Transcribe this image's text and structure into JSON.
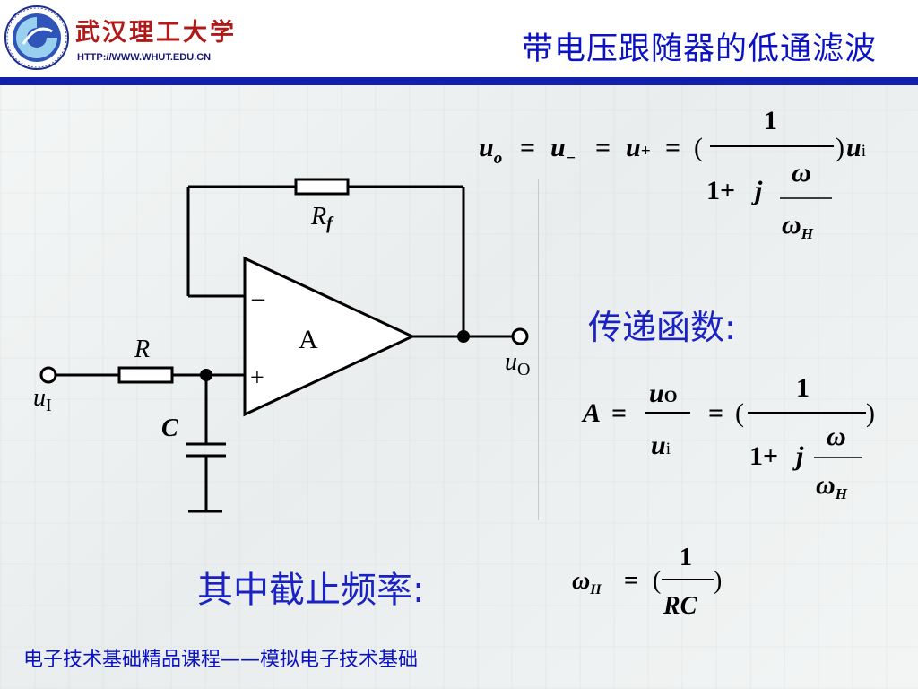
{
  "slide": {
    "title": "带电压跟随器的低通滤波",
    "university_name": "武汉理工大学",
    "university_url": "HTTP://WWW.WHUT.EDU.CN",
    "transfer_heading": "传递函数:",
    "cutoff_heading": "其中截止频率:",
    "footer": "电子技术基础精品课程——模拟电子技术基础"
  },
  "circuit": {
    "opamp_label": "A",
    "minus_sign": "–",
    "plus_sign": "+",
    "rf_label": "R",
    "rf_sub": "f",
    "r_label": "R",
    "c_label": "C",
    "input_label": "u",
    "input_sub": "I",
    "output_label": "u",
    "output_sub": "O"
  },
  "eq1": {
    "lhs": "u",
    "lhs_sub": "o",
    "eq_a": "=",
    "mid1": "u",
    "mid1_sub": "−",
    "eq_b": "=",
    "mid2": "u",
    "mid2_sub": "+",
    "eq_c": "=",
    "open_paren": "(",
    "numerator": "1",
    "one_plus": "1+",
    "j": "j",
    "omega": "ω",
    "omega_h": "ω",
    "omega_h_sub": "H",
    "close_paren": ")",
    "rhs": "u",
    "rhs_sub": "i"
  },
  "eq2": {
    "lhs": "A",
    "eq_a": "=",
    "num": "u",
    "num_sub": "O",
    "den": "u",
    "den_sub": "i",
    "eq_b": "=",
    "open_paren": "(",
    "numerator": "1",
    "one_plus": "1+",
    "j": "j",
    "omega": "ω",
    "omega_h": "ω",
    "omega_h_sub": "H",
    "close_paren": ")"
  },
  "eq3": {
    "lhs": "ω",
    "lhs_sub": "H",
    "eq": "=",
    "open_paren": "(",
    "numerator": "1",
    "denominator": "RC",
    "close_paren": ")"
  }
}
